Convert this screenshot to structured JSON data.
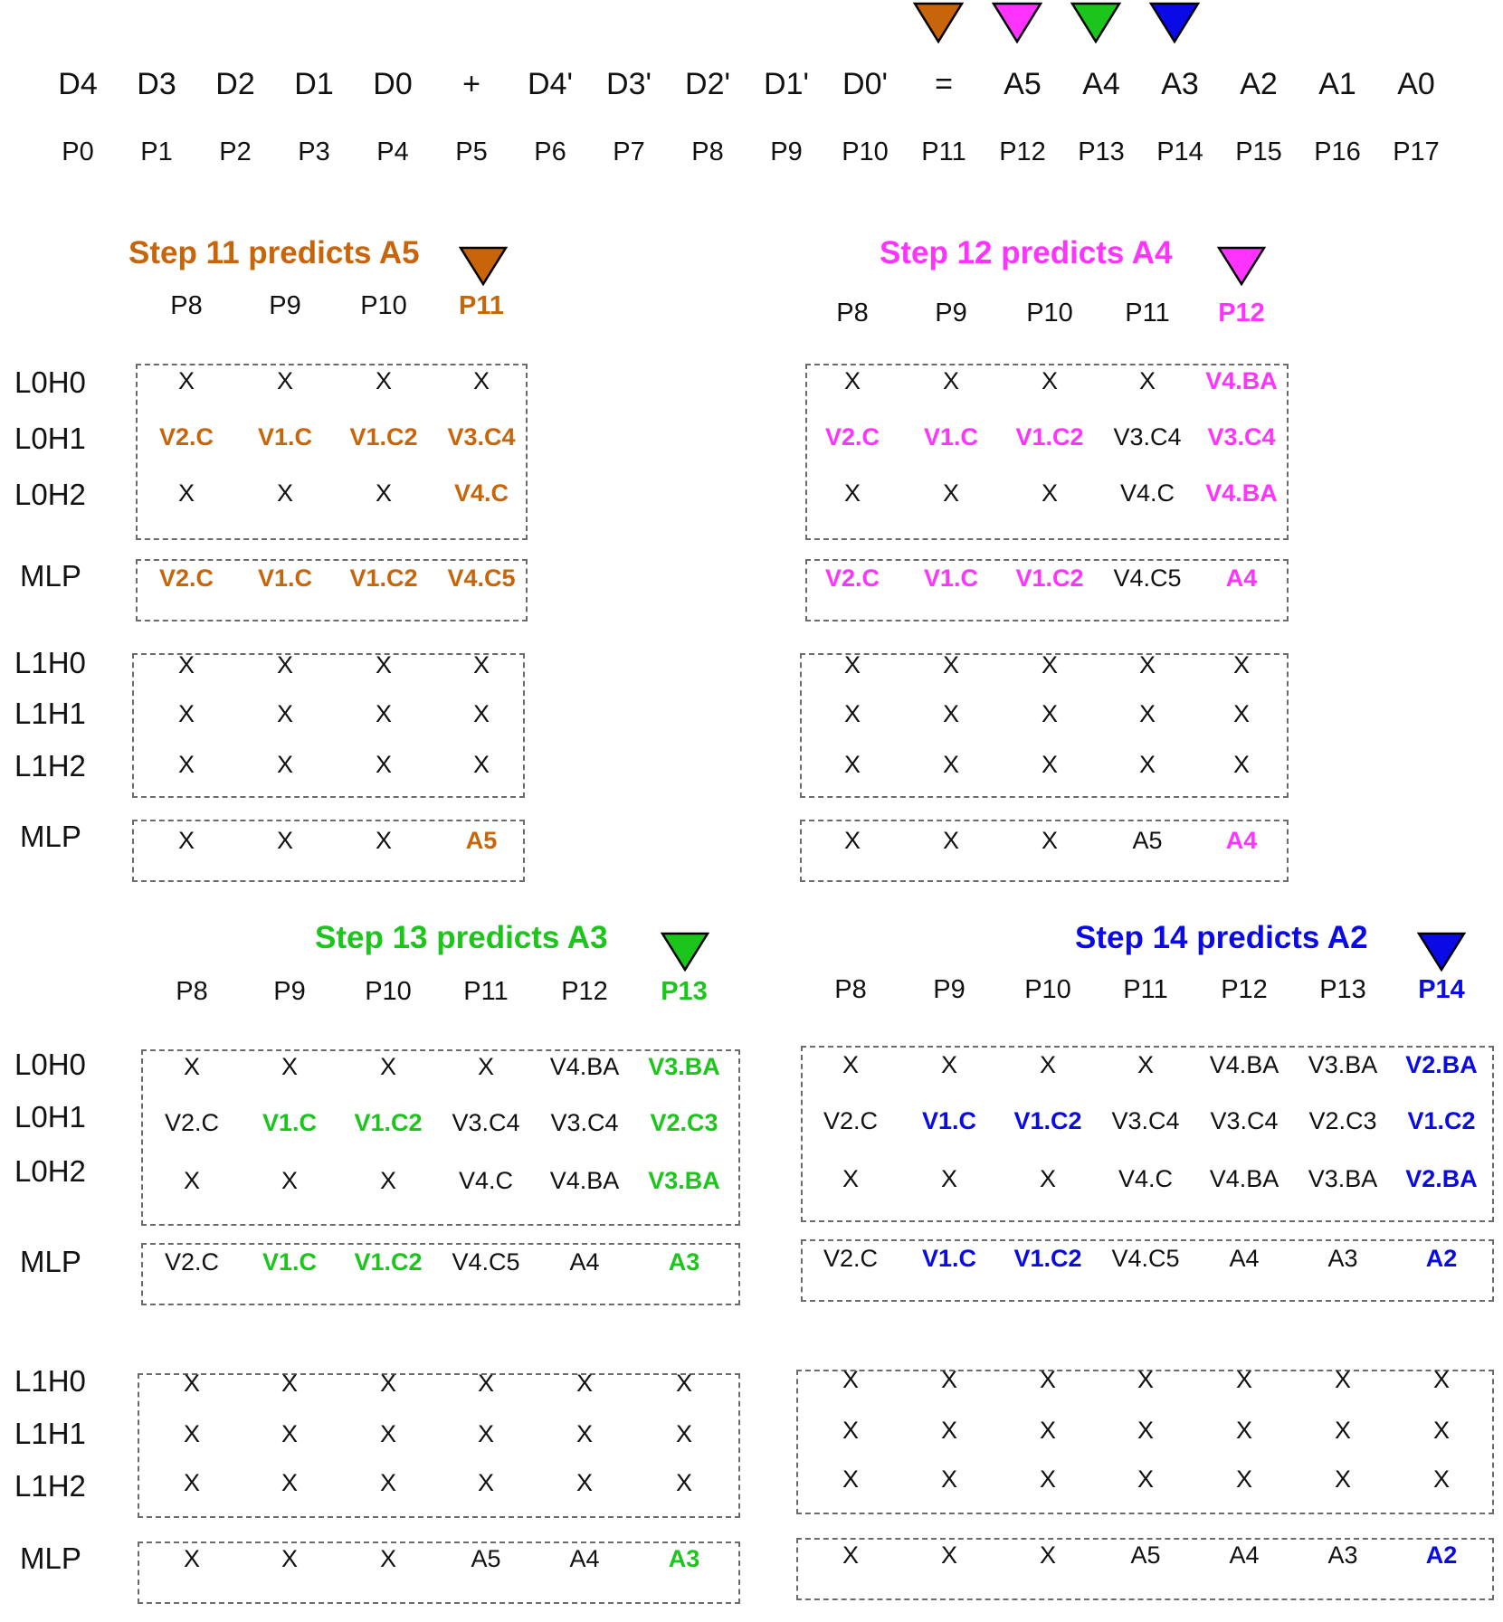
{
  "colors": {
    "step11": "#c8650a",
    "step12": "#ff33ff",
    "step13": "#1bc51b",
    "step14": "#0a0ae6",
    "text": "#111111"
  },
  "header": {
    "tokens": [
      "D4",
      "D3",
      "D2",
      "D1",
      "D0",
      "+",
      "D4'",
      "D3'",
      "D2'",
      "D1'",
      "D0'",
      "=",
      "A5",
      "A4",
      "A3",
      "A2",
      "A1",
      "A0"
    ],
    "positions": [
      "P0",
      "P1",
      "P2",
      "P3",
      "P4",
      "P5",
      "P6",
      "P7",
      "P8",
      "P9",
      "P10",
      "P11",
      "P12",
      "P13",
      "P14",
      "P15",
      "P16",
      "P17"
    ],
    "markers": [
      {
        "token_index": 11,
        "color": "#c8650a",
        "icon": "triangle-down-icon"
      },
      {
        "token_index": 12,
        "color": "#ff33ff",
        "icon": "triangle-down-icon"
      },
      {
        "token_index": 13,
        "color": "#1bc51b",
        "icon": "triangle-down-icon"
      },
      {
        "token_index": 14,
        "color": "#0a0ae6",
        "icon": "triangle-down-icon"
      }
    ]
  },
  "panels": [
    {
      "id": "step11",
      "title": "Step 11 predicts A5",
      "color": "#c8650a",
      "columns": [
        "P8",
        "P9",
        "P10",
        "P11"
      ],
      "layer0": {
        "rows": [
          {
            "label": "L0H0",
            "cells": [
              "X",
              "X",
              "X",
              "X"
            ],
            "hl": [
              0,
              0,
              0,
              0
            ]
          },
          {
            "label": "L0H1",
            "cells": [
              "V2.C",
              "V1.C",
              "V1.C2",
              "V3.C4"
            ],
            "hl": [
              1,
              1,
              1,
              1
            ]
          },
          {
            "label": "L0H2",
            "cells": [
              "X",
              "X",
              "X",
              "V4.C"
            ],
            "hl": [
              0,
              0,
              0,
              1
            ]
          }
        ],
        "mlp": {
          "label": "MLP",
          "cells": [
            "V2.C",
            "V1.C",
            "V1.C2",
            "V4.C5"
          ],
          "hl": [
            1,
            1,
            1,
            1
          ]
        }
      },
      "layer1": {
        "rows": [
          {
            "label": "L1H0",
            "cells": [
              "X",
              "X",
              "X",
              "X"
            ],
            "hl": [
              0,
              0,
              0,
              0
            ]
          },
          {
            "label": "L1H1",
            "cells": [
              "X",
              "X",
              "X",
              "X"
            ],
            "hl": [
              0,
              0,
              0,
              0
            ]
          },
          {
            "label": "L1H2",
            "cells": [
              "X",
              "X",
              "X",
              "X"
            ],
            "hl": [
              0,
              0,
              0,
              0
            ]
          }
        ],
        "mlp": {
          "label": "MLP",
          "cells": [
            "X",
            "X",
            "X",
            "A5"
          ],
          "hl": [
            0,
            0,
            0,
            1
          ]
        }
      }
    },
    {
      "id": "step12",
      "title": "Step 12 predicts A4",
      "color": "#ff33ff",
      "columns": [
        "P8",
        "P9",
        "P10",
        "P11",
        "P12"
      ],
      "layer0": {
        "rows": [
          {
            "label": "",
            "cells": [
              "X",
              "X",
              "X",
              "X",
              "V4.BA"
            ],
            "hl": [
              0,
              0,
              0,
              0,
              1
            ]
          },
          {
            "label": "",
            "cells": [
              "V2.C",
              "V1.C",
              "V1.C2",
              "V3.C4",
              "V3.C4"
            ],
            "hl": [
              1,
              1,
              1,
              0,
              1
            ]
          },
          {
            "label": "",
            "cells": [
              "X",
              "X",
              "X",
              "V4.C",
              "V4.BA"
            ],
            "hl": [
              0,
              0,
              0,
              0,
              1
            ]
          }
        ],
        "mlp": {
          "label": "",
          "cells": [
            "V2.C",
            "V1.C",
            "V1.C2",
            "V4.C5",
            "A4"
          ],
          "hl": [
            1,
            1,
            1,
            0,
            1
          ]
        }
      },
      "layer1": {
        "rows": [
          {
            "label": "",
            "cells": [
              "X",
              "X",
              "X",
              "X",
              "X"
            ],
            "hl": [
              0,
              0,
              0,
              0,
              0
            ]
          },
          {
            "label": "",
            "cells": [
              "X",
              "X",
              "X",
              "X",
              "X"
            ],
            "hl": [
              0,
              0,
              0,
              0,
              0
            ]
          },
          {
            "label": "",
            "cells": [
              "X",
              "X",
              "X",
              "X",
              "X"
            ],
            "hl": [
              0,
              0,
              0,
              0,
              0
            ]
          }
        ],
        "mlp": {
          "label": "",
          "cells": [
            "X",
            "X",
            "X",
            "A5",
            "A4"
          ],
          "hl": [
            0,
            0,
            0,
            0,
            1
          ]
        }
      }
    },
    {
      "id": "step13",
      "title": "Step 13 predicts A3",
      "color": "#1bc51b",
      "columns": [
        "P8",
        "P9",
        "P10",
        "P11",
        "P12",
        "P13"
      ],
      "layer0": {
        "rows": [
          {
            "label": "L0H0",
            "cells": [
              "X",
              "X",
              "X",
              "X",
              "V4.BA",
              "V3.BA"
            ],
            "hl": [
              0,
              0,
              0,
              0,
              0,
              1
            ]
          },
          {
            "label": "L0H1",
            "cells": [
              "V2.C",
              "V1.C",
              "V1.C2",
              "V3.C4",
              "V3.C4",
              "V2.C3"
            ],
            "hl": [
              0,
              1,
              1,
              0,
              0,
              1
            ]
          },
          {
            "label": "L0H2",
            "cells": [
              "X",
              "X",
              "X",
              "V4.C",
              "V4.BA",
              "V3.BA"
            ],
            "hl": [
              0,
              0,
              0,
              0,
              0,
              1
            ]
          }
        ],
        "mlp": {
          "label": "MLP",
          "cells": [
            "V2.C",
            "V1.C",
            "V1.C2",
            "V4.C5",
            "A4",
            "A3"
          ],
          "hl": [
            0,
            1,
            1,
            0,
            0,
            1
          ]
        }
      },
      "layer1": {
        "rows": [
          {
            "label": "L1H0",
            "cells": [
              "X",
              "X",
              "X",
              "X",
              "X",
              "X"
            ],
            "hl": [
              0,
              0,
              0,
              0,
              0,
              0
            ]
          },
          {
            "label": "L1H1",
            "cells": [
              "X",
              "X",
              "X",
              "X",
              "X",
              "X"
            ],
            "hl": [
              0,
              0,
              0,
              0,
              0,
              0
            ]
          },
          {
            "label": "L1H2",
            "cells": [
              "X",
              "X",
              "X",
              "X",
              "X",
              "X"
            ],
            "hl": [
              0,
              0,
              0,
              0,
              0,
              0
            ]
          }
        ],
        "mlp": {
          "label": "MLP",
          "cells": [
            "X",
            "X",
            "X",
            "A5",
            "A4",
            "A3"
          ],
          "hl": [
            0,
            0,
            0,
            0,
            0,
            1
          ]
        }
      }
    },
    {
      "id": "step14",
      "title": "Step 14 predicts A2",
      "color": "#0a0ae6",
      "columns": [
        "P8",
        "P9",
        "P10",
        "P11",
        "P12",
        "P13",
        "P14"
      ],
      "layer0": {
        "rows": [
          {
            "label": "",
            "cells": [
              "X",
              "X",
              "X",
              "X",
              "V4.BA",
              "V3.BA",
              "V2.BA"
            ],
            "hl": [
              0,
              0,
              0,
              0,
              0,
              0,
              1
            ]
          },
          {
            "label": "",
            "cells": [
              "V2.C",
              "V1.C",
              "V1.C2",
              "V3.C4",
              "V3.C4",
              "V2.C3",
              "V1.C2"
            ],
            "hl": [
              0,
              1,
              1,
              0,
              0,
              0,
              1
            ]
          },
          {
            "label": "",
            "cells": [
              "X",
              "X",
              "X",
              "V4.C",
              "V4.BA",
              "V3.BA",
              "V2.BA"
            ],
            "hl": [
              0,
              0,
              0,
              0,
              0,
              0,
              1
            ]
          }
        ],
        "mlp": {
          "label": "",
          "cells": [
            "V2.C",
            "V1.C",
            "V1.C2",
            "V4.C5",
            "A4",
            "A3",
            "A2"
          ],
          "hl": [
            0,
            1,
            1,
            0,
            0,
            0,
            1
          ]
        }
      },
      "layer1": {
        "rows": [
          {
            "label": "",
            "cells": [
              "X",
              "X",
              "X",
              "X",
              "X",
              "X",
              "X"
            ],
            "hl": [
              0,
              0,
              0,
              0,
              0,
              0,
              0
            ]
          },
          {
            "label": "",
            "cells": [
              "X",
              "X",
              "X",
              "X",
              "X",
              "X",
              "X"
            ],
            "hl": [
              0,
              0,
              0,
              0,
              0,
              0,
              0
            ]
          },
          {
            "label": "",
            "cells": [
              "X",
              "X",
              "X",
              "X",
              "X",
              "X",
              "X"
            ],
            "hl": [
              0,
              0,
              0,
              0,
              0,
              0,
              0
            ]
          }
        ],
        "mlp": {
          "label": "",
          "cells": [
            "X",
            "X",
            "X",
            "A5",
            "A4",
            "A3",
            "A2"
          ],
          "hl": [
            0,
            0,
            0,
            0,
            0,
            0,
            1
          ]
        }
      }
    }
  ]
}
